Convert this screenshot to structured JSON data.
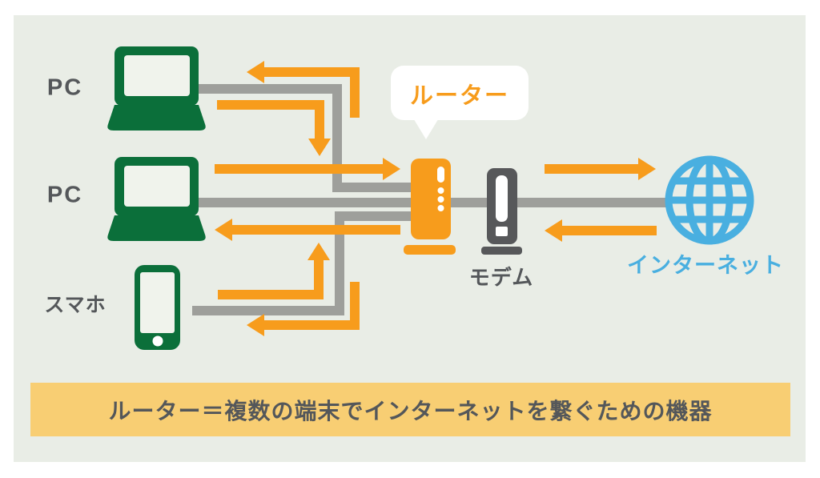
{
  "colors": {
    "orange": "#F79C1C",
    "caption_bg": "#F8CE73",
    "green": "#0B6F3A",
    "wire": "#9E9F9B",
    "device_gray": "#57585A",
    "text_gray": "#54575A",
    "blue": "#49AFE0",
    "panel_bg": "#E9EDE6",
    "screen_fill": "#F0F3EC"
  },
  "labels": {
    "pc1": "PC",
    "pc2": "PC",
    "smartphone": "スマホ",
    "router_bubble": "ルーター",
    "modem": "モデム",
    "internet": "インターネット"
  },
  "caption": "ルーター＝複数の端末でインターネットを繋ぐための機器",
  "icons": {
    "laptop1": "laptop-icon",
    "laptop2": "laptop-icon",
    "smartphone": "smartphone-icon",
    "router": "router-icon",
    "modem": "modem-icon",
    "internet": "globe-icon"
  }
}
